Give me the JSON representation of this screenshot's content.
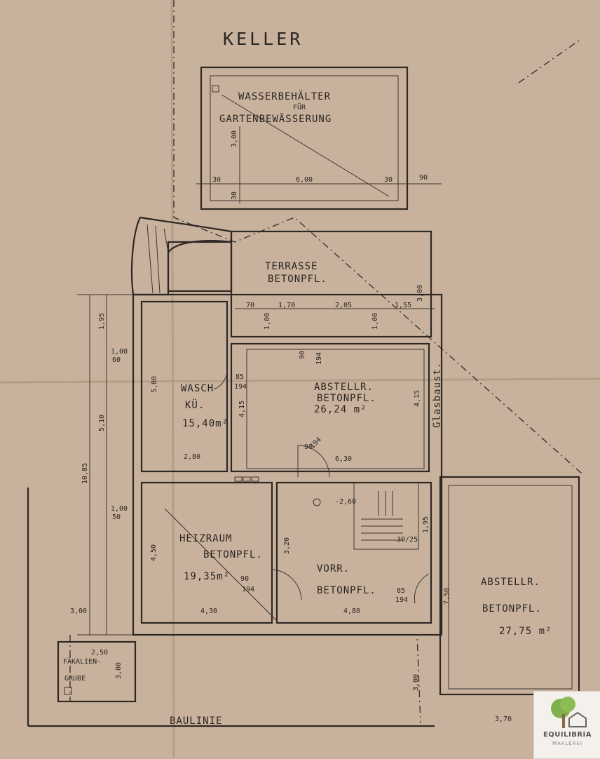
{
  "drawing": {
    "title": "KELLER",
    "baseline_label": "BAULINIE",
    "side_label": "Glasbaust.",
    "tank": {
      "line1": "WASSERBEHÄLTER",
      "line2": "FÜR",
      "line3": "GARTENBEWÄSSERUNG"
    },
    "rooms": [
      {
        "id": "terrasse",
        "name": "TERRASSE",
        "floor": "BETONPFL.",
        "area": ""
      },
      {
        "id": "waschkueche",
        "name": "WASCH",
        "floor": "KÜ.",
        "area": "15,40m²"
      },
      {
        "id": "abstell-1",
        "name": "ABSTELLR.",
        "floor": "BETONPFL.",
        "area": "26,24 m²"
      },
      {
        "id": "heizraum",
        "name": "HEIZRAUM",
        "floor": "BETONPFL.",
        "area": "19,35m²"
      },
      {
        "id": "vorraum",
        "name": "VORR.",
        "floor": "BETONPFL.",
        "area": ""
      },
      {
        "id": "abstell-2",
        "name": "ABSTELLR.",
        "floor": "BETONPFL.",
        "area": "27,75 m²"
      },
      {
        "id": "grube",
        "name": "FÄKALIEN-",
        "floor": "GRUBE",
        "area": ""
      }
    ],
    "dimensions": {
      "tank_width": "6,00",
      "tank_wall_l": "30",
      "tank_wall_r": "30",
      "tank_gap": "90",
      "tank_height": "3,00",
      "tank_bottom": "30",
      "terr_a": "70",
      "terr_b": "1,70",
      "terr_c": "2,05",
      "terr_d": "1,55",
      "terr_e": "3,00",
      "terr_f": "1,00",
      "terr_g": "1,00",
      "wasch_h": "5,80",
      "wasch_w": "2,80",
      "door_wasch": "85",
      "door_wasch2": "194",
      "abst_h": "4,15",
      "abst_h2": "4,15",
      "abst_w": "6,30",
      "door_a_top": "90",
      "door_a_top2": "194",
      "door_a_mid": "90",
      "door_a_mid2": "194",
      "left_1": "1,95",
      "left_2": "1,00",
      "left_3": "60",
      "left_4": "5,10",
      "left_5": "10,85",
      "left_6": "1,00",
      "left_7": "50",
      "left_8": "3,00",
      "heiz_h": "4,50",
      "heiz_w": "4,30",
      "door_heiz": "90",
      "door_heiz2": "194",
      "vorr_h": "3,20",
      "vorr_w": "4,80",
      "door_vorr": "85",
      "door_vorr2": "194",
      "stair_level": "-2,60",
      "stair_step": "30/25",
      "stair_x": "1,95",
      "abst2_h": "7,50",
      "abst2_w": "3,70",
      "abst2_low": "3,00",
      "grube_w": "2,50",
      "grube_h": "3,00"
    }
  },
  "logo": {
    "name": "EQUILIBRIA",
    "subtitle": "MAKLEREI"
  }
}
